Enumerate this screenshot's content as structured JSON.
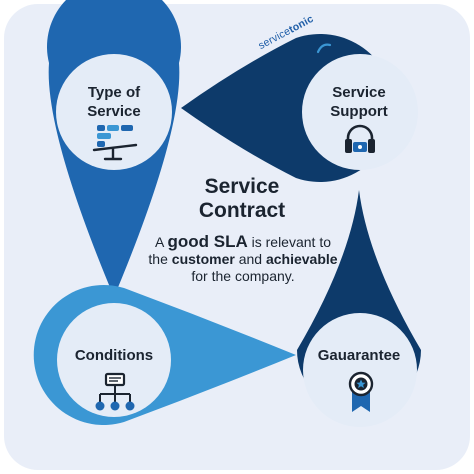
{
  "brand": {
    "part1": "service",
    "part2": "tonic"
  },
  "title": {
    "line1": "Service",
    "line2": "Contract"
  },
  "body": {
    "pre": "A ",
    "em1": "good SLA",
    "mid1": " is relevant to the ",
    "em2": "customer",
    "mid2": " and ",
    "em3": "achievable",
    "post": " for the company."
  },
  "nodes": {
    "type_of_service": {
      "line1": "Type of",
      "line2": "Service",
      "icon": "balance-scale-icon"
    },
    "service_support": {
      "line1": "Service",
      "line2": "Support",
      "icon": "headset-icon"
    },
    "conditions": {
      "line1": "Conditions",
      "icon": "hierarchy-icon"
    },
    "guarantee": {
      "line1": "Gauarantee",
      "icon": "award-badge-icon"
    }
  },
  "colors": {
    "background": "#e9eef8",
    "navy": "#0d3a6a",
    "medium_blue": "#1f67b0",
    "light_blue": "#3b97d4",
    "circle_fill": "#e4ecf7",
    "text": "#1b2430"
  }
}
